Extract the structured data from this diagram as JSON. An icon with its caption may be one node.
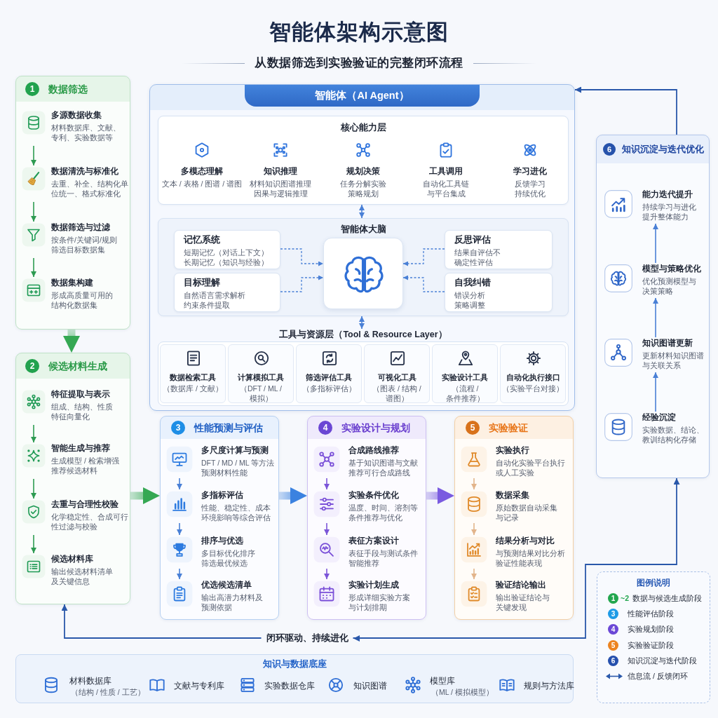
{
  "diagram": {
    "title": "智能体架构示意图",
    "nodes": [
      {
        "text": [
          "1",
          "数据筛选"
        ]
      },
      {
        "text": [
          "多源数据收集",
          "材料数据库、文献、专利、实验数据等"
        ],
        "in": 0
      },
      {
        "text": [
          "数据清洗与标准化",
          "去重、补全、结构化单位统一、格式标准化"
        ],
        "in": 0
      },
      {
        "text": [
          "数据筛选与过滤",
          "按条件/关键词/规则筛选目标数据集"
        ],
        "in": 0
      },
      {
        "text": [
          "数据集构建",
          "形成高质量可用的结构化数据集"
        ],
        "in": 0
      },
      {
        "text": [
          "2",
          "候选材料生成"
        ]
      },
      {
        "text": [
          "特征提取与表示",
          "组成、结构、性质特征向量化"
        ],
        "in": 5
      },
      {
        "text": [
          "智能生成与推荐",
          "生成模型 / 检索增强推荐候选材料"
        ],
        "in": 5
      },
      {
        "text": [
          "去重与合理性校验",
          "化学稳定性、合成可行性过滤与校验"
        ],
        "in": 5
      },
      {
        "text": [
          "候选材料库",
          "输出候选材料清单及关键信息"
        ],
        "in": 5
      },
      {
        "text": [
          "智能体（AI Agent）"
        ]
      },
      {
        "text": [
          "核心能力层"
        ],
        "in": 10
      },
      {
        "text": [
          "多模态理解",
          "文本 / 表格 / 图谱 / 谱图"
        ],
        "in": 11
      },
      {
        "text": [
          "知识推理",
          "材料知识图谱推理因果与逻辑推理"
        ],
        "in": 11
      },
      {
        "text": [
          "规划决策",
          "任务分解实验策略规划"
        ],
        "in": 11
      },
      {
        "text": [
          "工具调用",
          "自动化工具链与平台集成"
        ],
        "in": 11
      },
      {
        "text": [
          "学习进化",
          "反馈学习持续优化"
        ],
        "in": 11
      },
      {
        "text": [
          "智能体大脑"
        ],
        "in": 10
      },
      {
        "text": [
          "记忆系统",
          "短期记忆（对话上下文）长期记忆（知识与经验）"
        ],
        "in": 17
      },
      {
        "text": [
          "目标理解",
          "自然语言需求解析约束条件提取"
        ],
        "in": 17
      },
      {
        "text": [],
        "shape": "picture",
        "in": 17
      },
      {
        "text": [
          "反思评估",
          "结果自评估不确定性评估"
        ],
        "in": 17
      },
      {
        "text": [
          "自我纠错",
          "错误分析策略调整"
        ],
        "in": 17
      },
      {
        "text": [
          "工具与资源层（Tool & Resource Layer）"
        ],
        "in": 10
      },
      {
        "text": [
          "数据检索工具",
          "（数据库 / 文献）"
        ],
        "in": 23
      },
      {
        "text": [
          "计算模拟工具",
          "（DFT / ML / 模拟）"
        ],
        "in": 23
      },
      {
        "text": [
          "筛选评估工具",
          "（多指标评估）"
        ],
        "in": 23
      },
      {
        "text": [
          "可视化工具",
          "（图表 / 结构 / 谱图）"
        ],
        "in": 23
      },
      {
        "text": [
          "实验设计工具",
          "（流程 / 条件推荐）"
        ],
        "in": 23
      },
      {
        "text": [
          "自动化执行接口",
          "（实验平台对接）"
        ],
        "in": 23
      },
      {
        "text": [
          "3",
          "性能预测与评估"
        ]
      },
      {
        "text": [
          "多尺度计算与预测",
          "DFT / MD / ML 等方法预测材料性能"
        ],
        "in": 30
      },
      {
        "text": [
          "多指标评估",
          "性能、稳定性、成本环境影响等综合评估"
        ],
        "in": 30
      },
      {
        "text": [
          "排序与优选",
          "多目标优化排序筛选最优候选"
        ],
        "in": 30
      },
      {
        "text": [
          "优选候选清单",
          "输出高潜力材料及预测依据"
        ],
        "in": 30
      },
      {
        "text": [
          "4",
          "实验设计与规划"
        ]
      },
      {
        "text": [
          "合成路线推荐",
          "基于知识图谱与文献推荐可行合成路线"
        ],
        "in": 35
      },
      {
        "text": [
          "实验条件优化",
          "温度、时间、溶剂等条件推荐与优化"
        ],
        "in": 35
      },
      {
        "text": [
          "表征方案设计",
          "表征手段与测试条件智能推荐"
        ],
        "in": 35
      },
      {
        "text": [
          "实验计划生成",
          "形成详细实验方案与计划排期"
        ],
        "in": 35
      },
      {
        "text": [
          "5",
          "实验验证"
        ]
      },
      {
        "text": [
          "实验执行",
          "自动化实验平台执行或人工实验"
        ],
        "in": 40
      },
      {
        "text": [
          "数据采集",
          "原始数据自动采集与记录"
        ],
        "in": 40
      },
      {
        "text": [
          "结果分析与对比",
          "与预测结果对比分析验证性能表现"
        ],
        "in": 40
      },
      {
        "text": [
          "验证结论输出",
          "输出验证结论与关键发现"
        ],
        "in": 40
      },
      {
        "text": [
          "6",
          "知识沉淀与迭代优化"
        ]
      },
      {
        "text": [
          "能力迭代提升",
          "持续学习与进化提升整体能力"
        ],
        "in": 45
      },
      {
        "text": [
          "模型与策略优化",
          "优化预测模型与决策策略"
        ],
        "in": 45
      },
      {
        "text": [
          "知识图谱更新",
          "更新材料知识图谱与关联关系"
        ],
        "in": 45
      },
      {
        "text": [
          "经验沉淀",
          "实验数据、结论、教训结构化存储"
        ],
        "in": 45
      },
      {
        "text": [
          "知识与数据底座",
          "材料数据库",
          "（结构 / 性质 / 工艺）",
          "文献与专利库",
          "实验数据仓库",
          "知识图谱",
          "模型库",
          "（ML / 模拟模型）",
          "规则与方法库"
        ]
      }
    ],
    "edges": [
      {
        "from": 1,
        "to": 2,
        "arrow": "to",
        "color": "#2e9b52"
      },
      {
        "from": 2,
        "to": 3,
        "arrow": "to",
        "color": "#2e9b52"
      },
      {
        "from": 3,
        "to": 4,
        "arrow": "to",
        "color": "#2e9b52"
      },
      {
        "from": 0,
        "to": 5,
        "arrow": "to",
        "style": "thick",
        "color": "#35a853"
      },
      {
        "from": 6,
        "to": 7,
        "arrow": "to",
        "color": "#2e9b52"
      },
      {
        "from": 7,
        "to": 8,
        "arrow": "to",
        "color": "#2e9b52"
      },
      {
        "from": 8,
        "to": 9,
        "arrow": "to",
        "color": "#2e9b52"
      },
      {
        "from": 5,
        "to": 30,
        "arrow": "to",
        "style": "thick",
        "color": "#35a853"
      },
      {
        "from": 31,
        "to": 32,
        "arrow": "to"
      },
      {
        "from": 32,
        "to": 33,
        "arrow": "to"
      },
      {
        "from": 33,
        "to": 34,
        "arrow": "to"
      },
      {
        "from": 30,
        "to": 35,
        "arrow": "to",
        "style": "thick",
        "color": "#3b82e0"
      },
      {
        "from": 36,
        "to": 37,
        "arrow": "to",
        "color": "#7b55d8"
      },
      {
        "from": 37,
        "to": 38,
        "arrow": "to",
        "color": "#7b55d8"
      },
      {
        "from": 38,
        "to": 39,
        "arrow": "to",
        "color": "#7b55d8"
      },
      {
        "from": 35,
        "to": 40,
        "arrow": "to",
        "style": "thick",
        "color": "#7a5be0"
      },
      {
        "from": 41,
        "to": 42,
        "arrow": "to",
        "color": "#e2b48a"
      },
      {
        "from": 42,
        "to": 43,
        "arrow": "to",
        "color": "#e2b48a"
      },
      {
        "from": 43,
        "to": 44,
        "arrow": "to",
        "color": "#e2b48a"
      },
      {
        "from": 49,
        "to": 48,
        "arrow": "to"
      },
      {
        "from": 48,
        "to": 47,
        "arrow": "to"
      },
      {
        "from": 47,
        "to": 46,
        "arrow": "to"
      },
      {
        "from": 18,
        "to": 20,
        "arrow": "to",
        "style": "dashed"
      },
      {
        "from": 19,
        "to": 20,
        "arrow": "to",
        "style": "dashed"
      },
      {
        "from": 21,
        "to": 20,
        "arrow": "to",
        "style": "dashed"
      },
      {
        "from": 22,
        "to": 20,
        "arrow": "to",
        "style": "dashed"
      },
      {
        "from": 11,
        "to": 17,
        "arrow": "both"
      },
      {
        "from": 17,
        "to": 23,
        "arrow": "both"
      },
      {
        "from": 45,
        "to": 10,
        "arrow": "to",
        "color": "#2a58aa"
      },
      {
        "from": 45,
        "to": 5,
        "arrow": "both",
        "label": "闭环驱动、持续进化",
        "color": "#2a58aa"
      }
    ],
    "labels": [
      "从数据筛选到实验验证的完整闭环流程",
      "图例说明",
      "1",
      "~2",
      "3",
      "4",
      "5",
      "6"
    ],
    "legend": [
      {
        "text": "数据与候选生成阶段",
        "color": "#22a64e"
      },
      {
        "text": "性能评估阶段",
        "color": "#1e9be6"
      },
      {
        "text": "实验规划阶段",
        "color": "#6b48d6"
      },
      {
        "text": "实验验证阶段",
        "color": "#ec8420"
      },
      {
        "text": "知识沉淀与迭代阶段",
        "color": "#2650ad"
      },
      {
        "text": "信息流 / 反馈闭环"
      }
    ]
  }
}
